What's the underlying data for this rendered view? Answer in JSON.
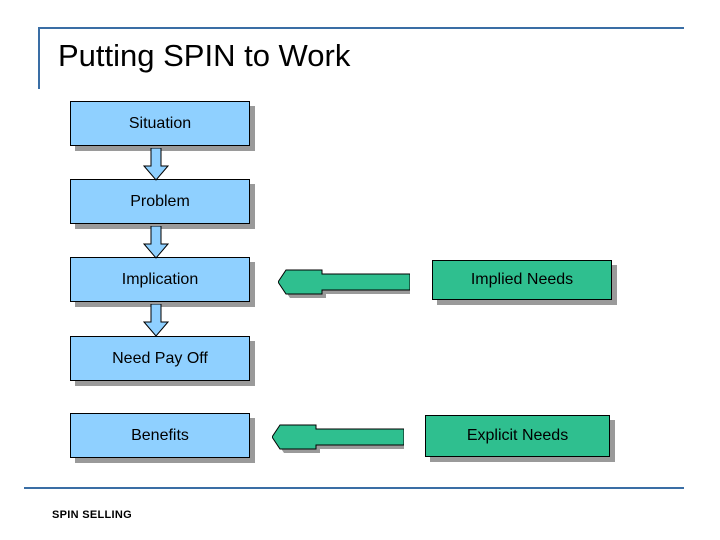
{
  "slide": {
    "title": "Putting SPIN to Work",
    "footer": "SPIN SELLING",
    "accent_color": "#3a6ea5",
    "box_blue": "#8fd0ff",
    "box_green": "#2fbf8f",
    "arrow_fill": "#2fbf8f",
    "arrow_down_fill": "#8fd0ff"
  },
  "flow": {
    "left_column": [
      {
        "label": "Situation"
      },
      {
        "label": "Problem"
      },
      {
        "label": "Implication"
      },
      {
        "label": "Need Pay Off"
      },
      {
        "label": "Benefits"
      }
    ],
    "right_column": [
      {
        "label": "Implied Needs"
      },
      {
        "label": "Explicit Needs"
      }
    ],
    "down_arrows": [
      {
        "name": "arrow-situation-to-problem"
      },
      {
        "name": "arrow-problem-to-implication"
      },
      {
        "name": "arrow-implication-to-need-pay-off"
      }
    ],
    "left_arrows": [
      {
        "name": "arrow-implied-needs-to-implication"
      },
      {
        "name": "arrow-explicit-needs-to-benefits"
      }
    ]
  }
}
